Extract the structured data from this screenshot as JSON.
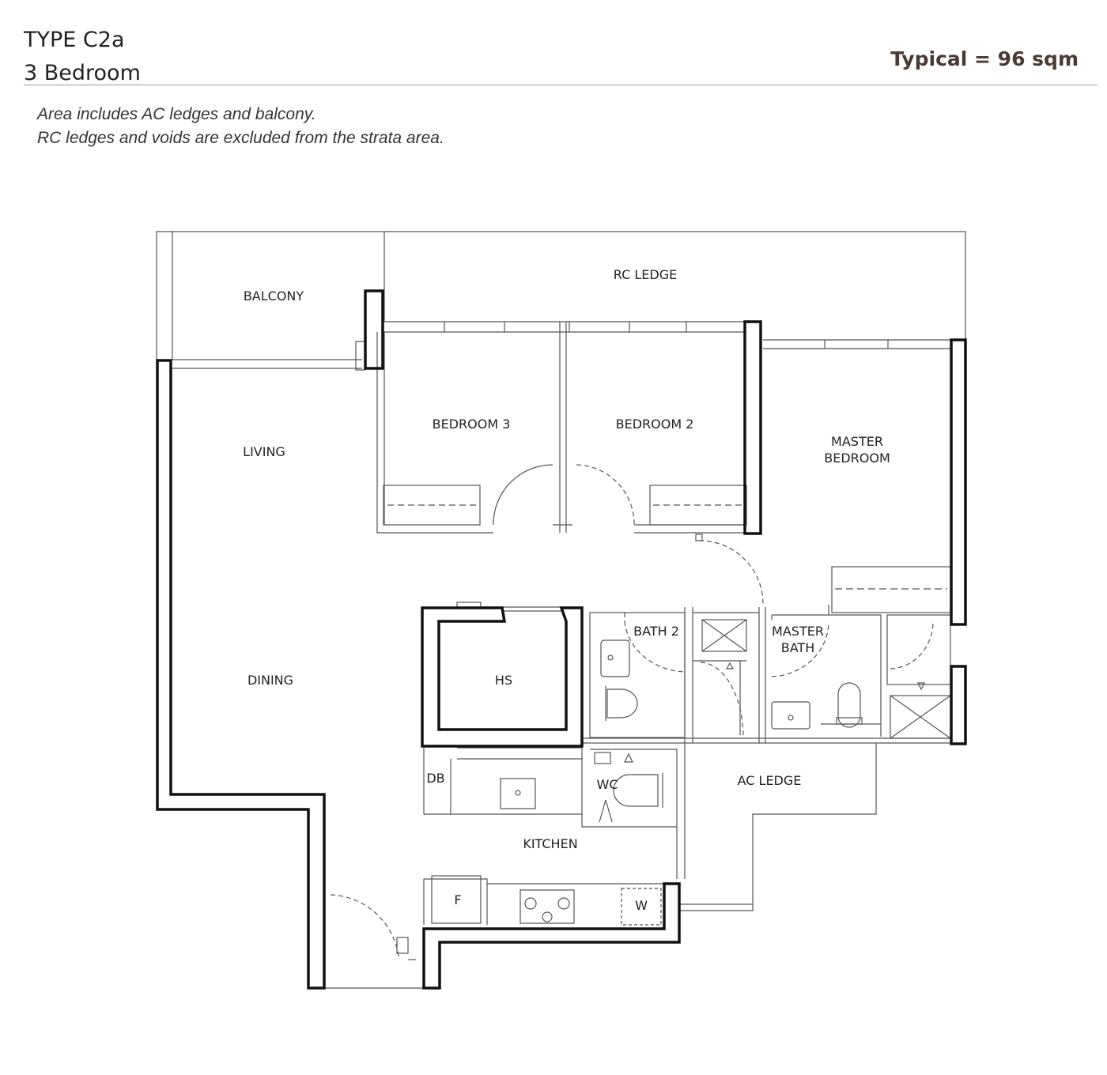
{
  "header": {
    "type": "TYPE C2a",
    "bedrooms": "3 Bedroom",
    "area": "Typical = 96 sqm"
  },
  "notes": [
    "Area includes AC ledges and balcony.",
    "RC ledges and voids are excluded from the strata area."
  ],
  "rooms": {
    "balcony": "BALCONY",
    "rc_ledge": "RC LEDGE",
    "bedroom3": "BEDROOM 3",
    "bedroom2": "BEDROOM 2",
    "master_bedroom_1": "MASTER",
    "master_bedroom_2": "BEDROOM",
    "living": "LIVING",
    "dining": "DINING",
    "hs": "HS",
    "bath2": "BATH 2",
    "master_bath_1": "MASTER",
    "master_bath_2": "BATH",
    "db": "DB",
    "wc": "WC",
    "ac_ledge": "AC LEDGE",
    "kitchen": "KITCHEN",
    "fridge": "F",
    "washer": "W"
  }
}
